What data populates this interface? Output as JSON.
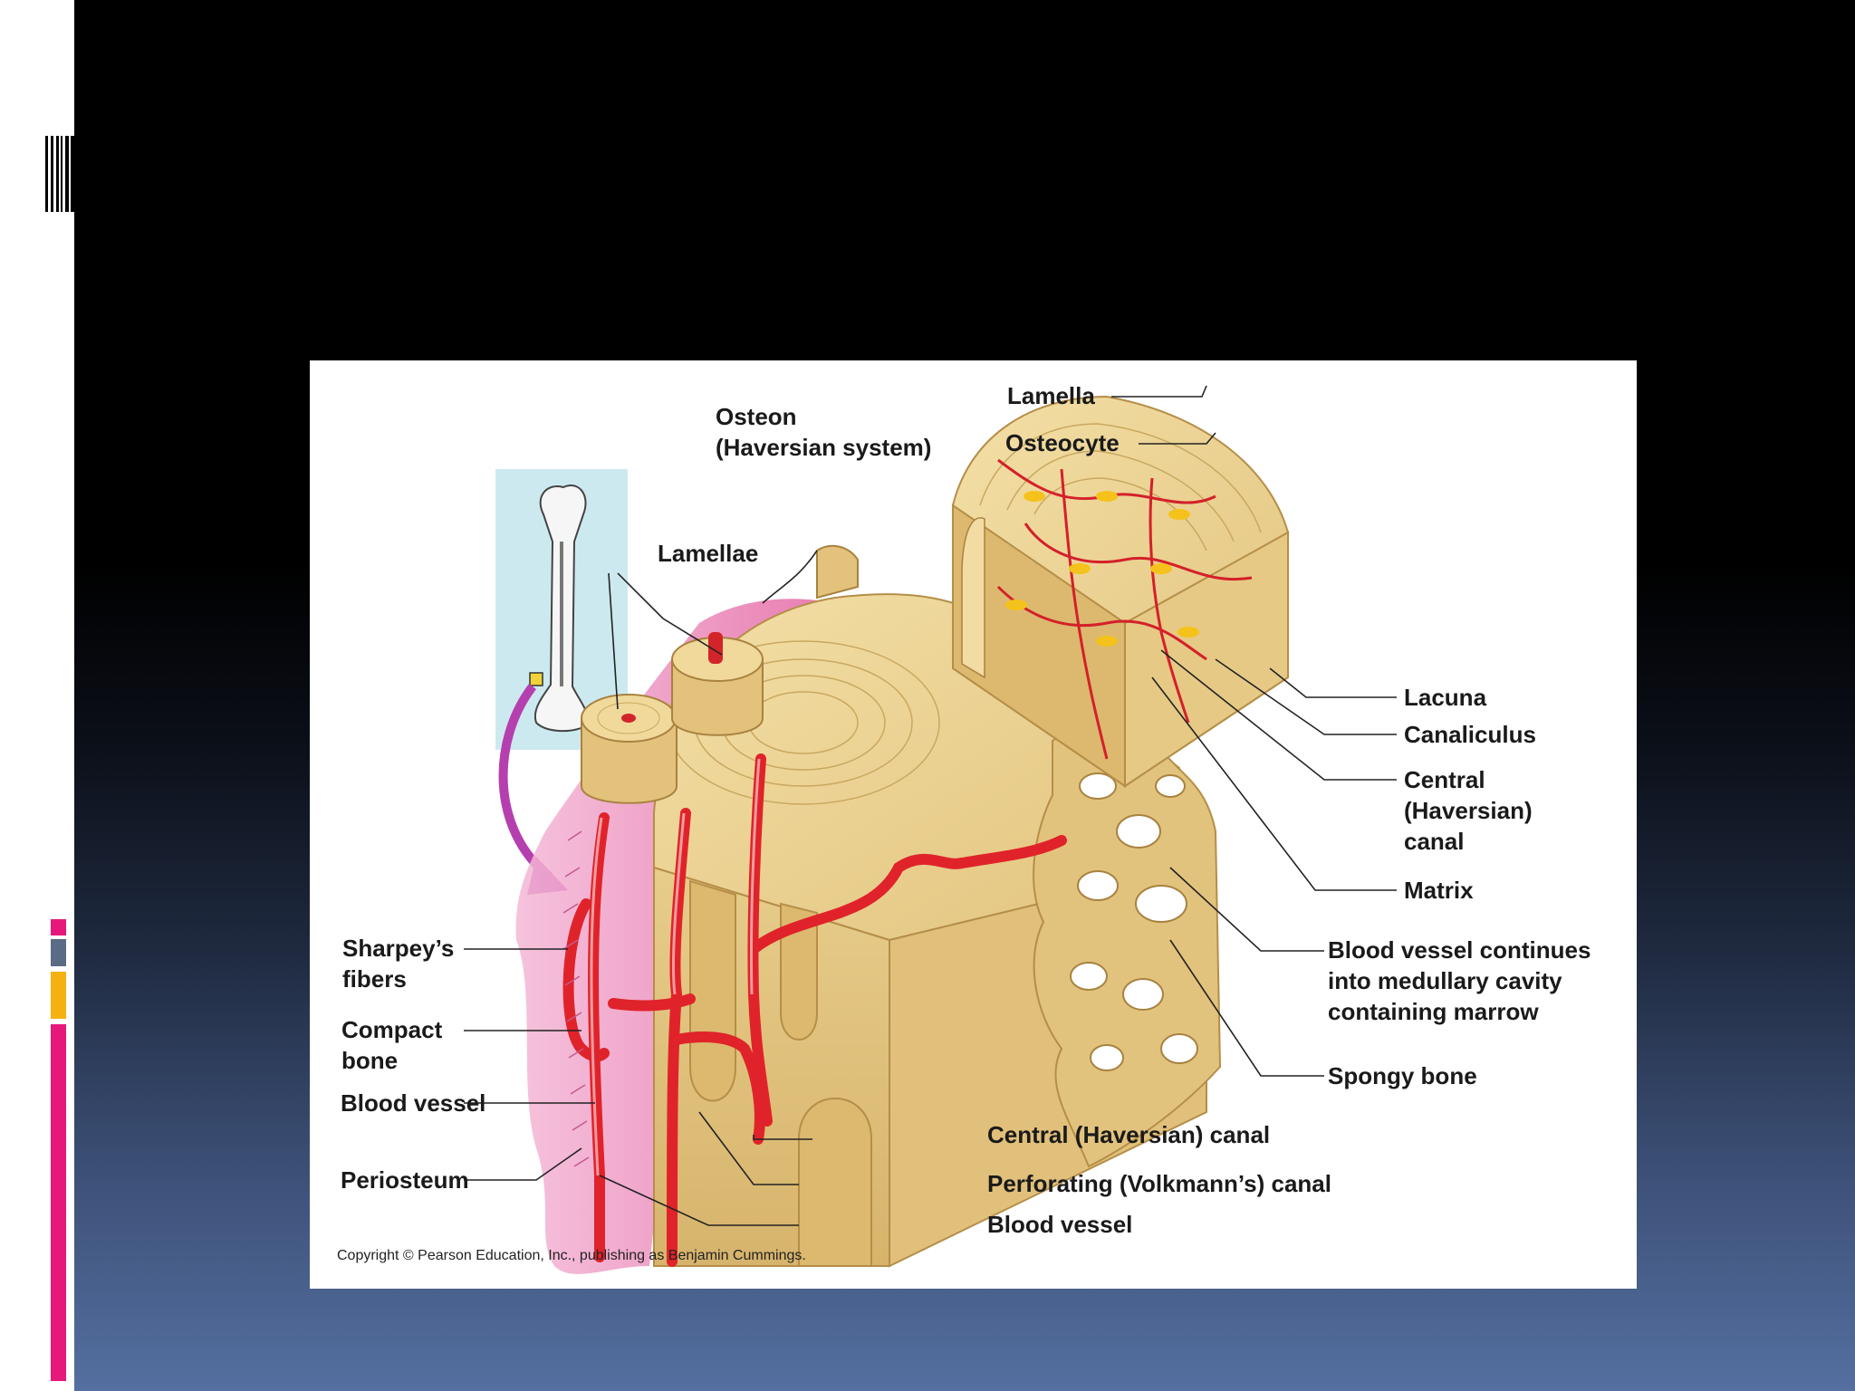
{
  "slide": {
    "theme_colors": {
      "accent_pink": "#e6197a",
      "accent_gray": "#5a6b86",
      "accent_orange": "#f4b10f"
    }
  },
  "figure": {
    "labels": {
      "lamella": "Lamella",
      "osteon": "Osteon\n(Haversian system)",
      "osteocyte": "Osteocyte",
      "lamellae": "Lamellae",
      "lacuna": "Lacuna",
      "canaliculus": "Canaliculus",
      "central_canal_top": "Central\n(Haversian)\ncanal",
      "matrix": "Matrix",
      "blood_vessel_continues": "Blood vessel continues\ninto medullary cavity\ncontaining marrow",
      "spongy_bone": "Spongy bone",
      "sharpeys_fibers": "Sharpey’s\nfibers",
      "compact_bone": "Compact\nbone",
      "blood_vessel_left": "Blood vessel",
      "periosteum": "Periosteum",
      "central_canal_bottom": "Central (Haversian) canal",
      "perforating_canal": "Perforating (Volkmann’s) canal",
      "blood_vessel_bottom": "Blood vessel"
    },
    "copyright": "Copyright © Pearson Education, Inc., publishing as Benjamin Cummings.",
    "colors": {
      "bone": "#e9cf8f",
      "bone_dark": "#c9a860",
      "vessel": "#e0232a",
      "arrow": "#b63fb0",
      "inset_bg": "#cde9f0"
    }
  }
}
